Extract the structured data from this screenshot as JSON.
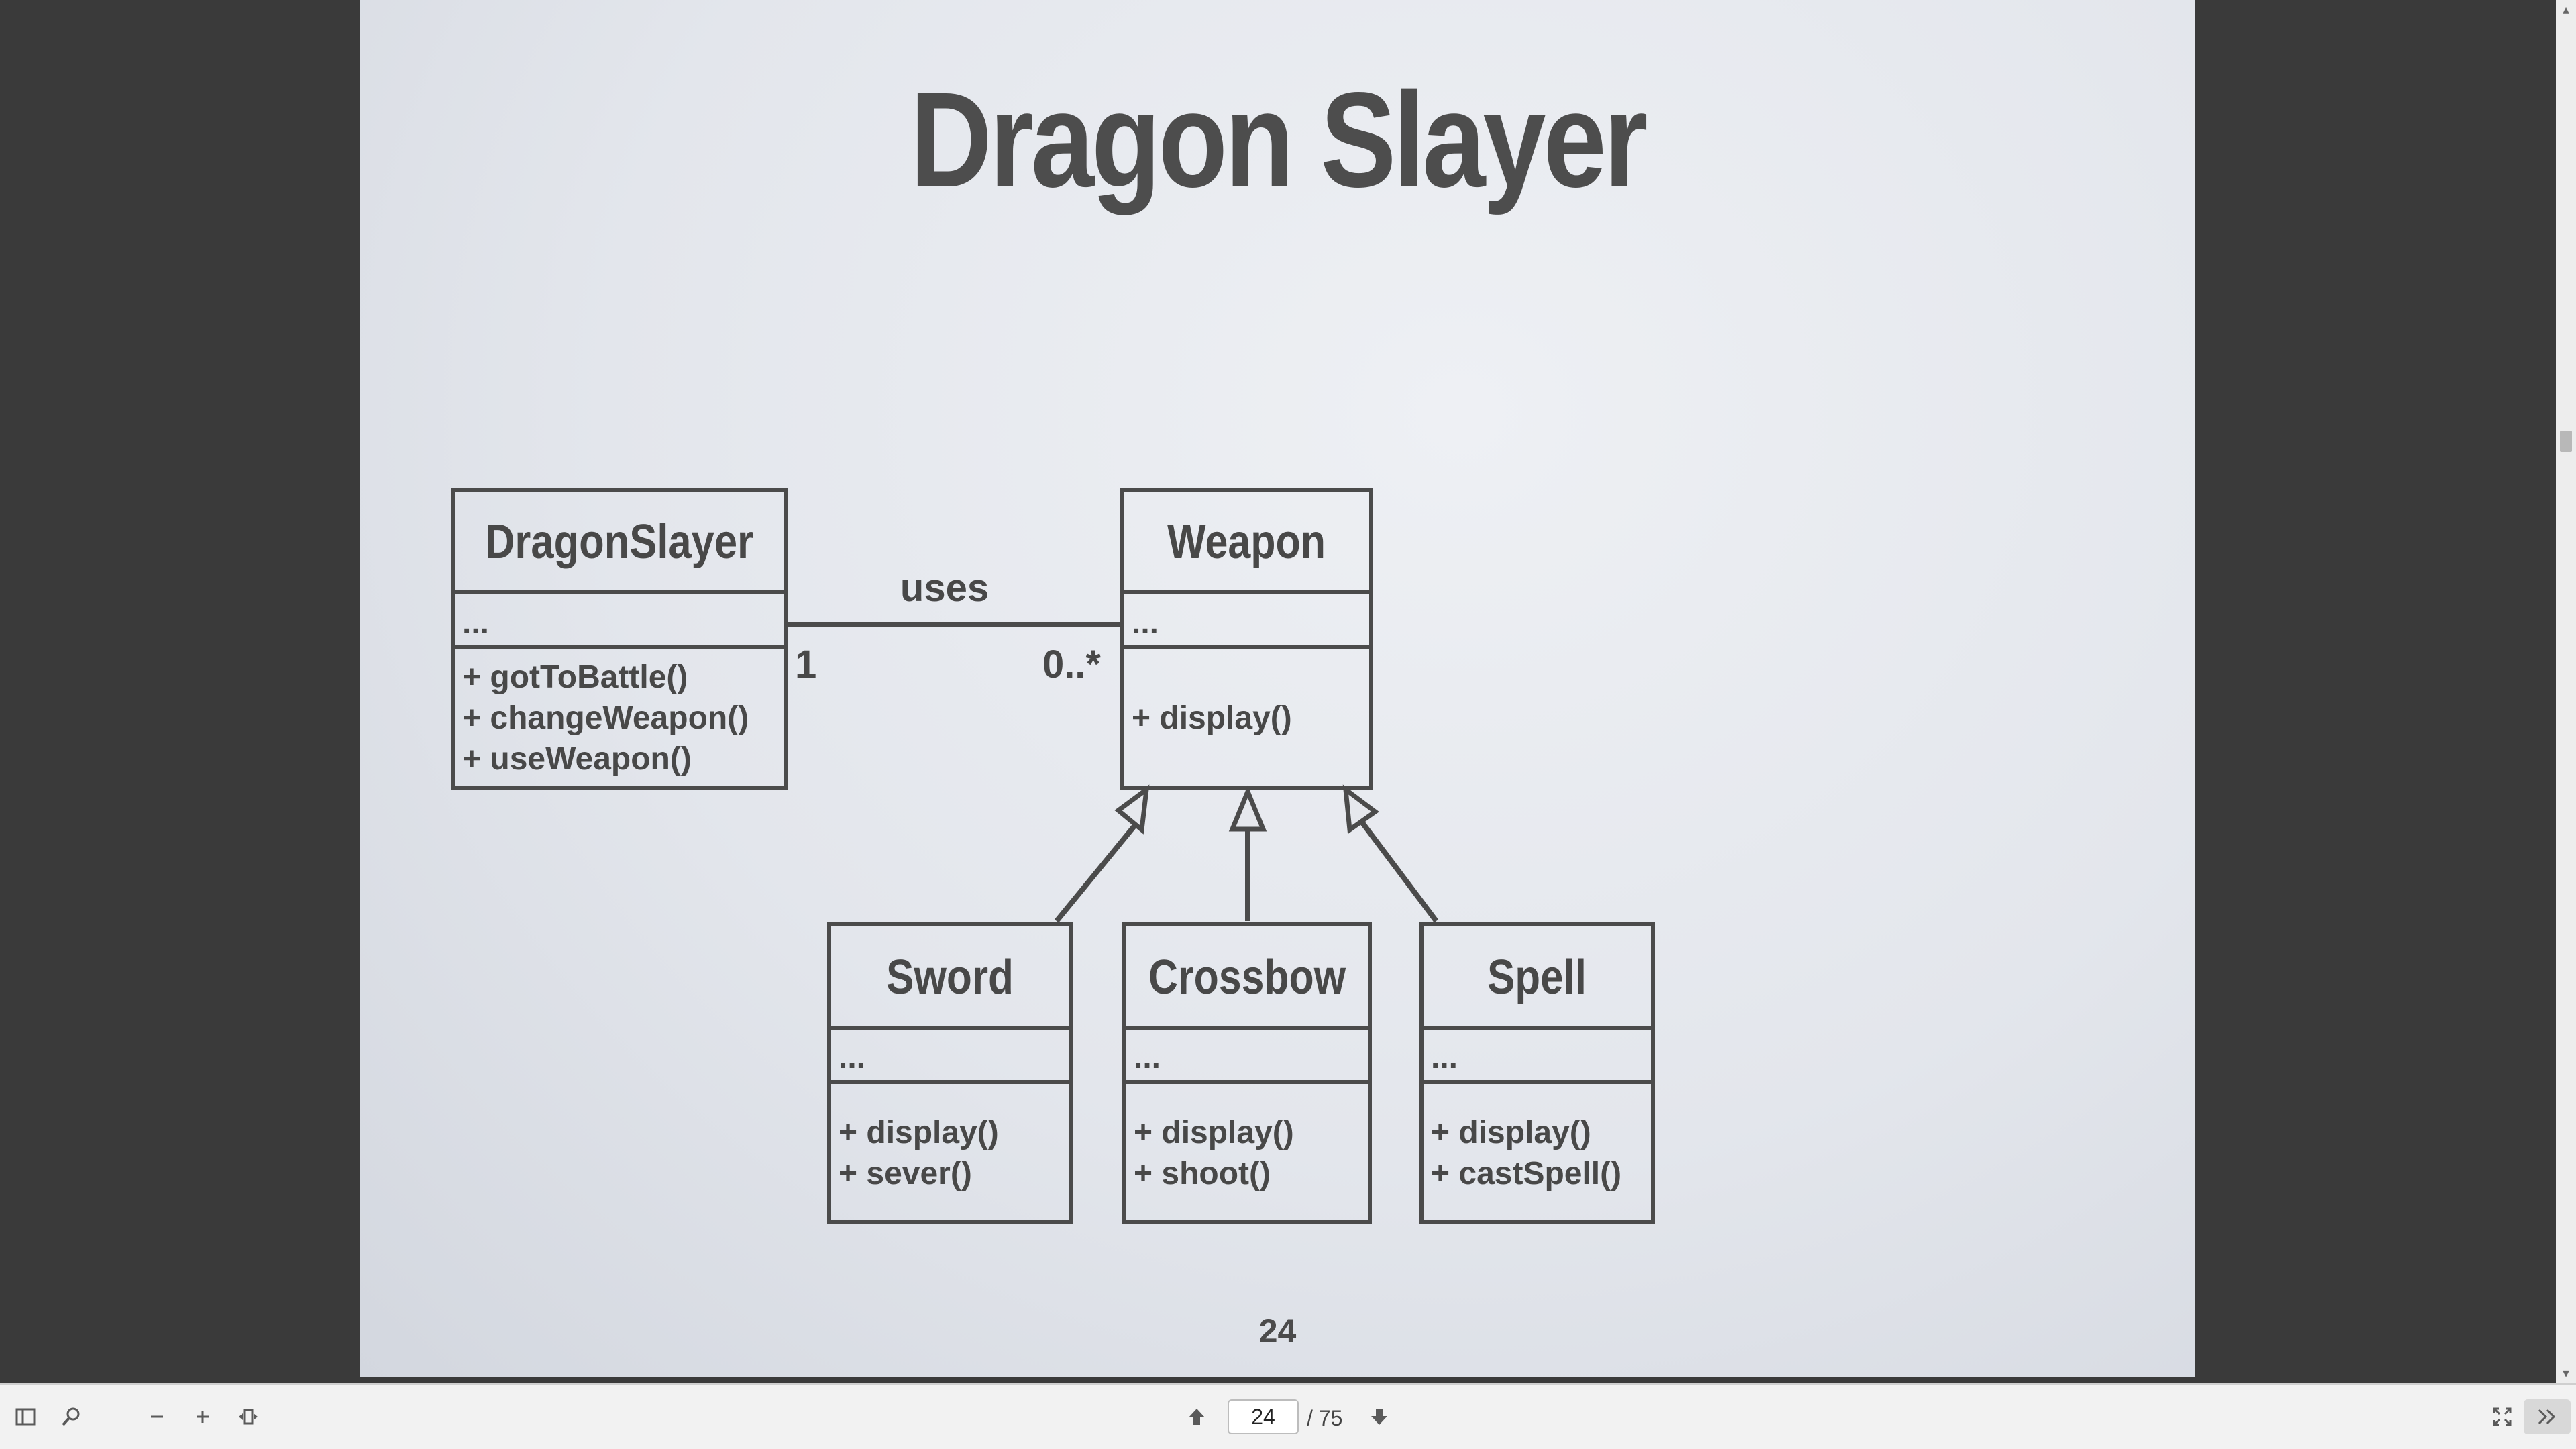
{
  "slide": {
    "title": "Dragon Slayer",
    "page_number": "24"
  },
  "diagram": {
    "classes": [
      {
        "name": "DragonSlayer",
        "attributes": "...",
        "methods": [
          "+  gotToBattle()",
          "+  changeWeapon()",
          "+  useWeapon()"
        ]
      },
      {
        "name": "Weapon",
        "attributes": "...",
        "methods": [
          "+  display()"
        ]
      },
      {
        "name": "Sword",
        "attributes": "...",
        "methods": [
          "+  display()",
          "+  sever()"
        ]
      },
      {
        "name": "Crossbow",
        "attributes": "...",
        "methods": [
          "+  display()",
          "+  shoot()"
        ]
      },
      {
        "name": "Spell",
        "attributes": "...",
        "methods": [
          "+  display()",
          "+  castSpell()"
        ]
      }
    ],
    "association": {
      "label": "uses",
      "source_multiplicity": "1",
      "target_multiplicity": "0..*"
    }
  },
  "toolbar": {
    "page_input_value": "24",
    "page_count": "/ 75",
    "icons": {
      "sidebar": "sidebar-toggle-icon",
      "search": "search-icon",
      "zoom_out": "zoom-out-icon",
      "zoom_in": "zoom-in-icon",
      "fit": "fit-page-icon",
      "prev": "previous-page-icon",
      "next": "next-page-icon",
      "fullscreen": "fullscreen-icon",
      "more": "more-tools-icon"
    }
  }
}
